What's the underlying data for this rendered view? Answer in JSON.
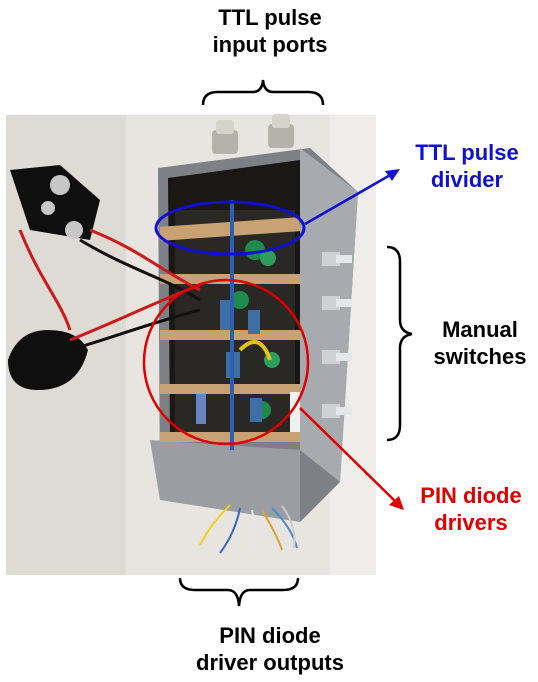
{
  "annotations": {
    "input_ports": {
      "line1": "TTL pulse",
      "line2": "input ports"
    },
    "pulse_divider": {
      "line1": "TTL pulse",
      "line2": "divider",
      "color": "#1010d0"
    },
    "manual_switches": {
      "line1": "Manual",
      "line2": "switches"
    },
    "diode_drivers": {
      "line1": "PIN diode",
      "line2": "drivers",
      "color": "#e00000"
    },
    "driver_outputs": {
      "line1": "PIN diode",
      "line2": "driver outputs"
    }
  },
  "colors": {
    "blue_marker": "#1010d0",
    "red_marker": "#e00000",
    "enclosure": "#8e9197",
    "background_wall": "#e7e4df"
  },
  "icons": {
    "battery_clip_snap": "battery-snap-connector-icon",
    "bnc_port": "bnc-port-icon",
    "toggle_switch": "toggle-switch-icon"
  }
}
